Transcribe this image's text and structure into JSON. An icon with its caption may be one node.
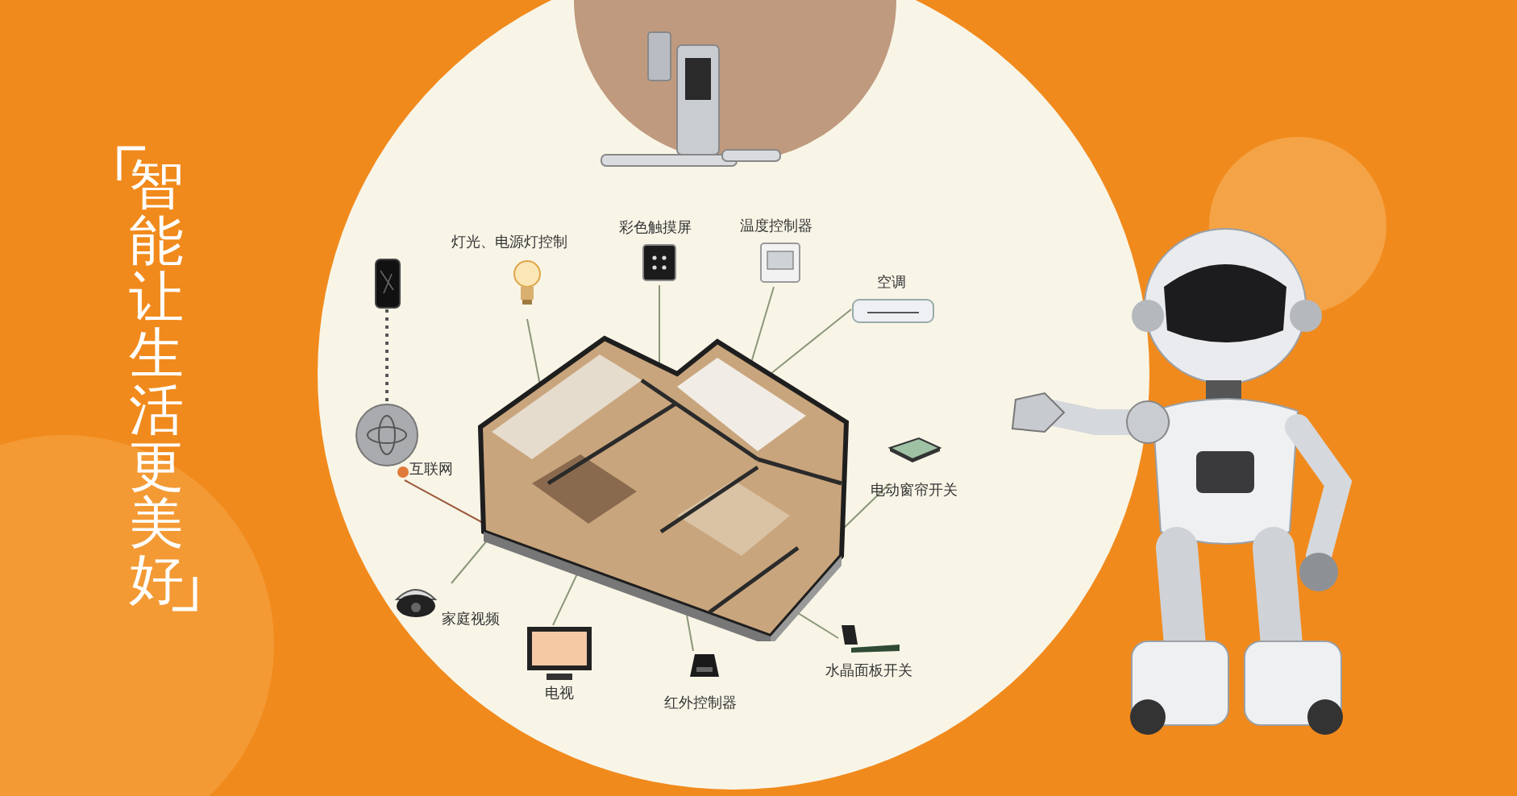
{
  "diagram": {
    "title": "智能让生活更美好",
    "nodes": [
      {
        "text": [],
        "shape": "picture"
      },
      {
        "text": [],
        "shape": "picture"
      },
      {
        "text": [
          "灯光、电源灯控制"
        ]
      },
      {
        "text": [
          "彩色触摸屏"
        ]
      },
      {
        "text": [
          "温度控制器"
        ]
      },
      {
        "text": [
          "空调"
        ]
      },
      {
        "text": [
          "互联网"
        ]
      },
      {
        "text": [
          "电动窗帘开关"
        ]
      },
      {
        "text": [
          "家庭视频"
        ]
      },
      {
        "text": [
          "电视"
        ]
      },
      {
        "text": [
          "红外控制器"
        ]
      },
      {
        "text": [
          "水晶面板开关"
        ]
      }
    ],
    "edges": [
      {
        "from": 1,
        "to": 6,
        "arrow": "none",
        "style": "dashed",
        "color": "#555555"
      },
      {
        "from": 2,
        "to": 0,
        "arrow": "none"
      },
      {
        "from": 3,
        "to": 0,
        "arrow": "none"
      },
      {
        "from": 4,
        "to": 0,
        "arrow": "none"
      },
      {
        "from": 5,
        "to": 0,
        "arrow": "none"
      },
      {
        "from": 6,
        "to": 0,
        "arrow": "none",
        "color": "#9b5a3c"
      },
      {
        "from": 7,
        "to": 0,
        "arrow": "none"
      },
      {
        "from": 8,
        "to": 0,
        "arrow": "none"
      },
      {
        "from": 9,
        "to": 0,
        "arrow": "none"
      },
      {
        "from": 10,
        "to": 0,
        "arrow": "none"
      },
      {
        "from": 11,
        "to": 0,
        "arrow": "none"
      }
    ]
  }
}
